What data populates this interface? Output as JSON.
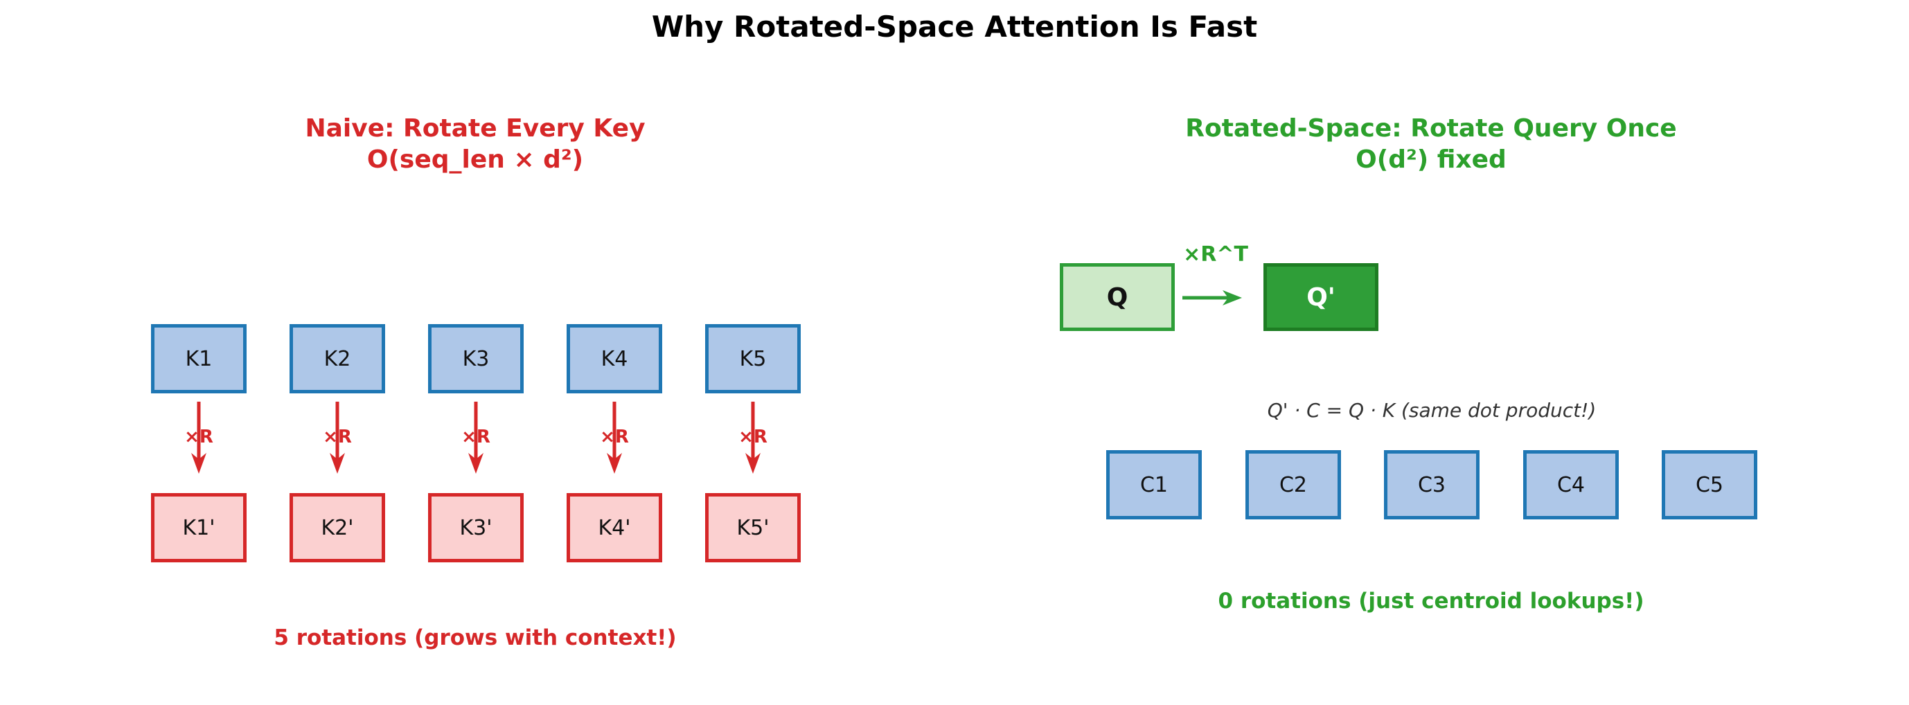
{
  "figure_title": "Why Rotated-Space Attention Is Fast",
  "colors": {
    "title_text": "#000000",
    "red_accent": "#d62728",
    "green_accent": "#2ca02c",
    "key_box_fill": "#aec7e8",
    "key_box_border": "#1f77b4",
    "rotated_key_fill": "#fbd0d0",
    "rotated_key_border": "#d62728",
    "query_fill": "#cde9c8",
    "query_border": "#2e9e38",
    "rotated_query_fill": "#2f9e38",
    "rotated_query_border": "#1e7d23",
    "equation_text": "#333333"
  },
  "left_panel": {
    "title_line1": "Naive: Rotate Every Key",
    "title_line2": "O(seq_len × d²)",
    "keys": [
      "K1",
      "K2",
      "K3",
      "K4",
      "K5"
    ],
    "arrow_label": "×R",
    "rotated_keys": [
      "K1'",
      "K2'",
      "K3'",
      "K4'",
      "K5'"
    ],
    "caption": "5 rotations (grows with context!)"
  },
  "right_panel": {
    "title_line1": "Rotated-Space: Rotate Query Once",
    "title_line2": "O(d²) fixed",
    "query_label": "Q",
    "arrow_label": "×R^T",
    "rotated_query_label": "Q'",
    "equation": "Q' · C = Q · K  (same dot product!)",
    "centroids": [
      "C1",
      "C2",
      "C3",
      "C4",
      "C5"
    ],
    "caption": "0 rotations (just centroid lookups!)"
  }
}
